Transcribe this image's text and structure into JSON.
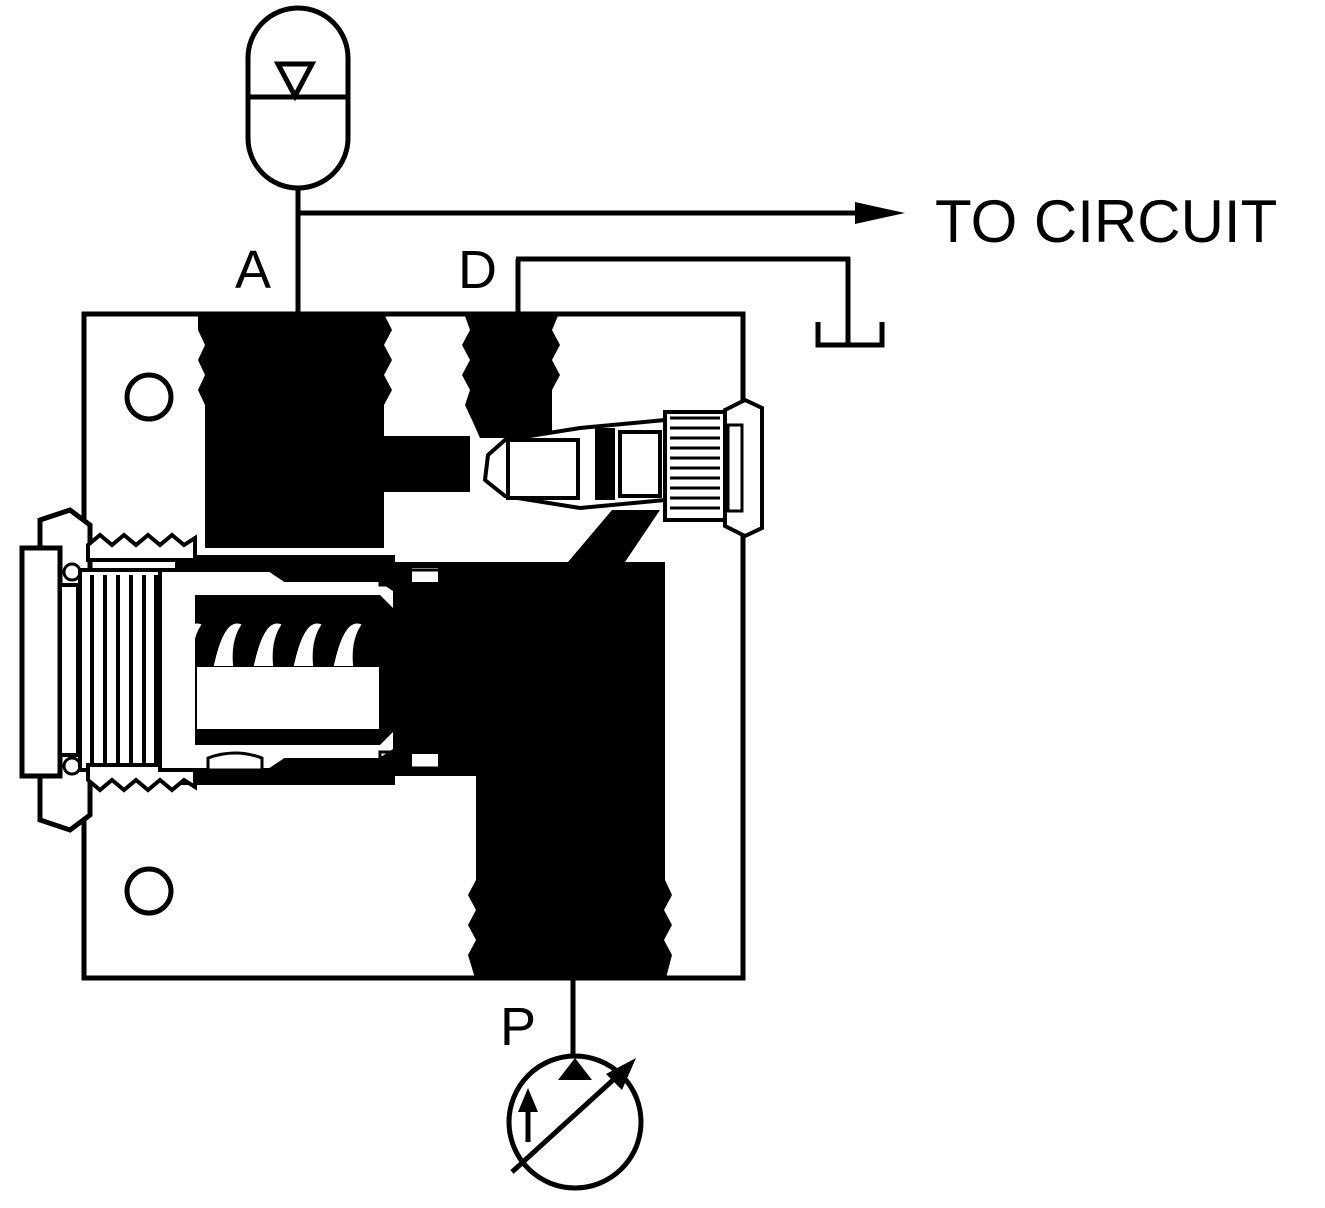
{
  "diagram": {
    "port_labels": {
      "a": "A",
      "d": "D",
      "p": "P"
    },
    "to_circuit_label": "TO CIRCUIT",
    "symbols": {
      "accumulator": "accumulator-symbol",
      "tank": "tank-symbol",
      "pump": "variable-displacement-pump-symbol",
      "flow_arrow": "arrow-right-icon"
    },
    "colors": {
      "line": "#000000",
      "fluid": "#000000",
      "background": "#ffffff"
    }
  }
}
